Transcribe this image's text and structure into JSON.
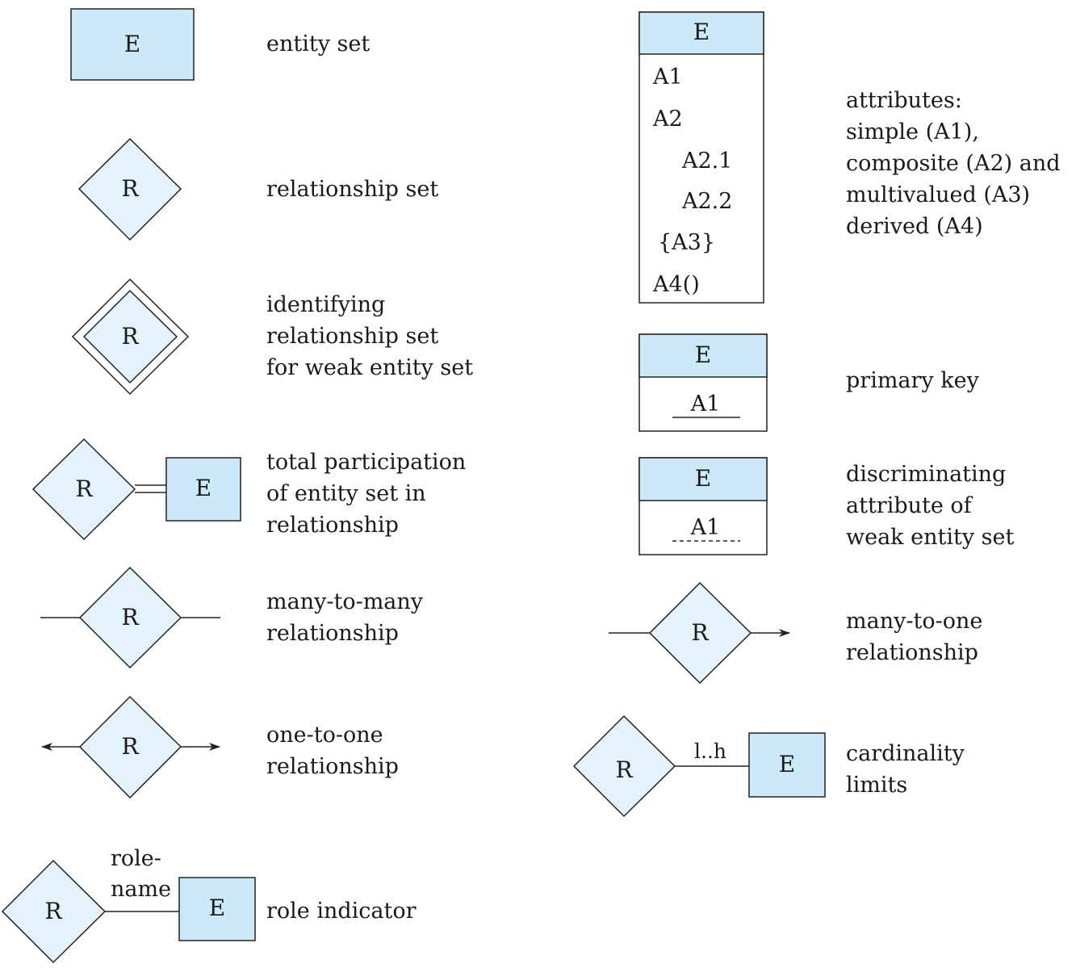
{
  "fill": "#cce9f8",
  "fill_light": "#e4f3fb",
  "stroke": "#222222",
  "symbols": {
    "entity": "E",
    "relationship": "R"
  },
  "left": {
    "entity_set": [
      "entity set"
    ],
    "relationship_set": [
      "relationship set"
    ],
    "identifying": [
      "identifying",
      "relationship set",
      "for weak entity set"
    ],
    "total_participation": [
      "total participation",
      "of entity set in",
      "relationship"
    ],
    "many_to_many": [
      "many-to-many",
      "relationship"
    ],
    "one_to_one": [
      "one-to-one",
      "relationship"
    ],
    "role_indicator": [
      "role indicator"
    ],
    "role_name": [
      "role-",
      "name"
    ]
  },
  "right": {
    "attribute_box": [
      "A1",
      "A2",
      "A2.1",
      "A2.2",
      "{A3}",
      "A4()"
    ],
    "attributes": [
      "attributes:",
      "simple (A1),",
      "composite (A2) and",
      "multivalued (A3)",
      "derived (A4)"
    ],
    "primary_key_attr": "A1",
    "primary_key": [
      "primary key"
    ],
    "discriminating_attr": "A1",
    "discriminating": [
      "discriminating",
      "attribute of",
      "weak entity set"
    ],
    "many_to_one": [
      "many-to-one",
      "relationship"
    ],
    "cardinality_label": "l..h",
    "cardinality": [
      "cardinality",
      "limits"
    ]
  }
}
